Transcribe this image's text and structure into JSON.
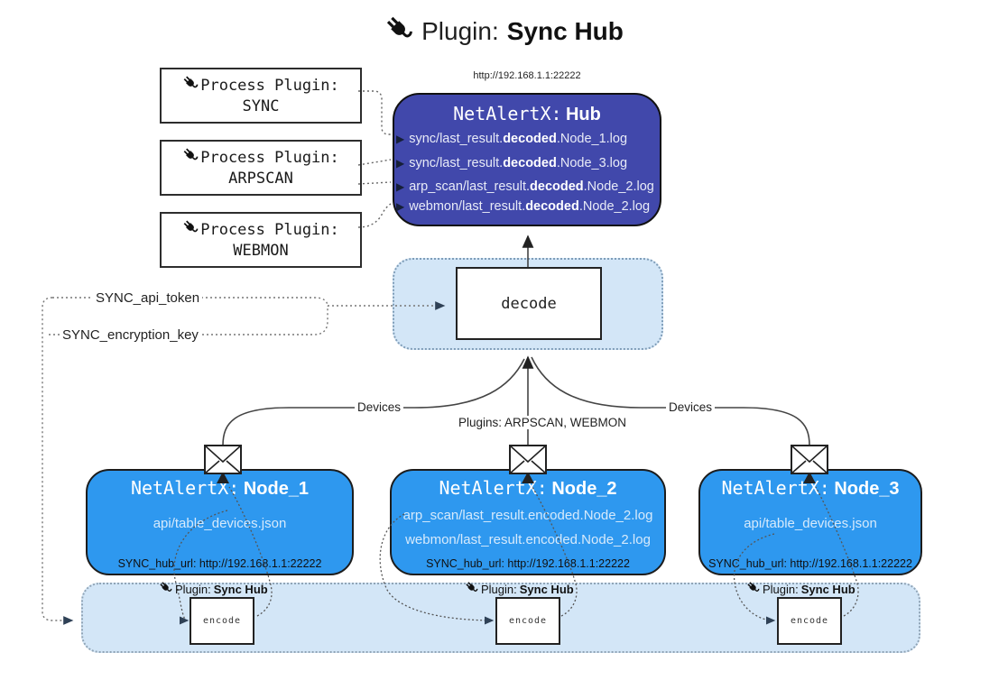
{
  "title": {
    "label": "Plugin:",
    "name": "Sync Hub"
  },
  "hub_url_label": "http://192.168.1.1:22222",
  "process_plugins": [
    {
      "label": "Process Plugin:",
      "name": "SYNC"
    },
    {
      "label": "Process Plugin:",
      "name": "ARPSCAN"
    },
    {
      "label": "Process Plugin:",
      "name": "WEBMON"
    }
  ],
  "hub": {
    "app": "NetAlertX:",
    "name": "Hub",
    "lines": [
      {
        "pre": "sync/last_result.",
        "bold": "decoded",
        "post": ".Node_1.log"
      },
      {
        "pre": "sync/last_result.",
        "bold": "decoded",
        "post": ".Node_3.log"
      },
      {
        "pre": "arp_scan/last_result.",
        "bold": "decoded",
        "post": ".Node_2.log"
      },
      {
        "pre": "webmon/last_result.",
        "bold": "decoded",
        "post": ".Node_2.log"
      }
    ]
  },
  "decode_label": "decode",
  "settings": {
    "api_token": "SYNC_api_token",
    "encryption_key": "SYNC_encryption_key"
  },
  "edge_labels": {
    "devices_left": "Devices",
    "plugins_center": "Plugins: ARPSCAN, WEBMON",
    "devices_right": "Devices"
  },
  "nodes": [
    {
      "app": "NetAlertX:",
      "name": "Node_1",
      "files": [
        "api/table_devices.json"
      ],
      "hub_url": "SYNC_hub_url: http://192.168.1.1:22222"
    },
    {
      "app": "NetAlertX:",
      "name": "Node_2",
      "files": [
        "arp_scan/last_result.encoded.Node_2.log",
        "webmon/last_result.encoded.Node_2.log"
      ],
      "hub_url": "SYNC_hub_url: http://192.168.1.1:22222"
    },
    {
      "app": "NetAlertX:",
      "name": "Node_3",
      "files": [
        "api/table_devices.json"
      ],
      "hub_url": "SYNC_hub_url: http://192.168.1.1:22222"
    }
  ],
  "encoder": {
    "plugin_label": "Plugin:",
    "plugin_name": "Sync Hub",
    "box_label": "encode"
  },
  "colors": {
    "hub_bg": "#4148ab",
    "node_bg": "#2e98ef",
    "container_bg": "#d3e6f7",
    "hub_text": "#e8ebf7",
    "node_text": "#d6eafc",
    "arrow_dark": "#2f4156",
    "solid_line": "#444444",
    "dotted_line": "#666666"
  }
}
